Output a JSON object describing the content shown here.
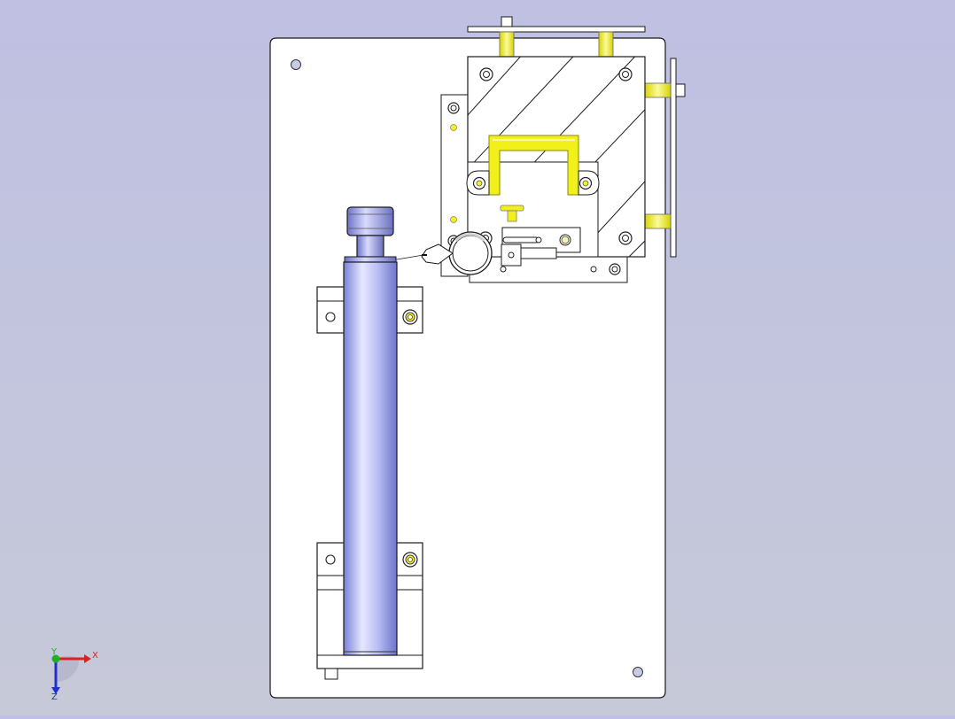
{
  "triad": {
    "x_label": "X",
    "y_label": "Y",
    "z_label": "Z",
    "x_color": "#e02020",
    "y_color": "#20b020",
    "z_color": "#2030d0"
  },
  "colors": {
    "background_top": "#bfc0e2",
    "plate": "#ffffff",
    "outline": "#1a1a1a",
    "yellow_part": "#f2f01a",
    "cylinder": "#aab0f0"
  },
  "icons": {
    "triad": "coordinate-triad-icon"
  }
}
